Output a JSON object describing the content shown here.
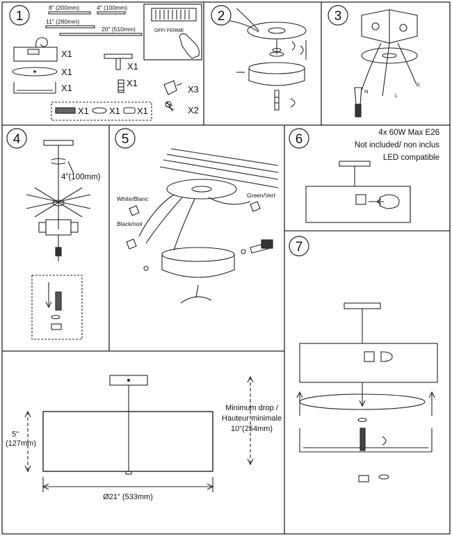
{
  "steps": [
    "1",
    "2",
    "3",
    "4",
    "5",
    "6",
    "7"
  ],
  "step1": {
    "rod_8": "8\" (200mm)",
    "rod_4": "4\" (100mm)",
    "rod_11": "11\" (280mm)",
    "rod_20": "20\" (510mm)",
    "switch_label": "OFF/ FERME",
    "qty": [
      "X1",
      "X1",
      "X1",
      "X1",
      "X1",
      "X3",
      "X2"
    ],
    "hw_qty": [
      "X1",
      "X1",
      "X1"
    ]
  },
  "step3": {
    "label_n": "N",
    "label_l": "L",
    "label_g": "G"
  },
  "step4": {
    "rod_label": "4\"(100mm)"
  },
  "step5": {
    "white": "White/Blanc",
    "black": "Black/noir",
    "green": "Green/Vert"
  },
  "step6": {
    "line1": "4x 60W Max E26",
    "line2": "Not included/ non inclus",
    "line3": "LED compatible"
  },
  "dims": {
    "drop_line1": "Minimum drop /",
    "drop_line2": "Hauteur minimale",
    "drop_line3": "10\"(254mm)",
    "height_line1": "5\"",
    "height_line2": "(127mm)",
    "diameter": "Ø21\" (533mm)"
  }
}
